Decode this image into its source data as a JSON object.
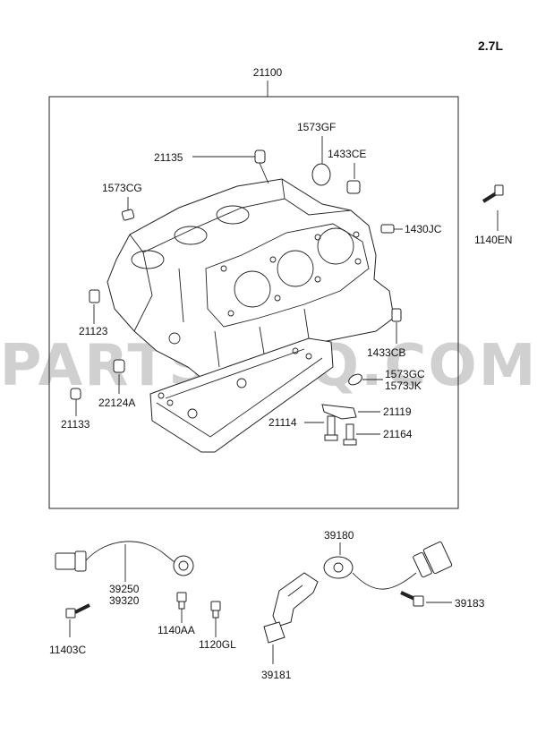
{
  "engine": "2.7L",
  "watermark": "PARTSOUQ.COM",
  "parts": {
    "p21100": "21100",
    "p1573GF": "1573GF",
    "p21135": "21135",
    "p1433CE": "1433CE",
    "p1573CG": "1573CG",
    "p1430JC": "1430JC",
    "p1140EN": "1140EN",
    "p21123": "21123",
    "p1433CB": "1433CB",
    "p1573GC": "1573GC",
    "p1573JK": "1573JK",
    "p22124A": "22124A",
    "p21133": "21133",
    "p21119": "21119",
    "p21114": "21114",
    "p21164": "21164",
    "p39250": "39250",
    "p39320": "39320",
    "p39180": "39180",
    "p39183": "39183",
    "p11403C": "11403C",
    "p1140AA": "1140AA",
    "p1120GL": "1120GL",
    "p39181": "39181"
  }
}
